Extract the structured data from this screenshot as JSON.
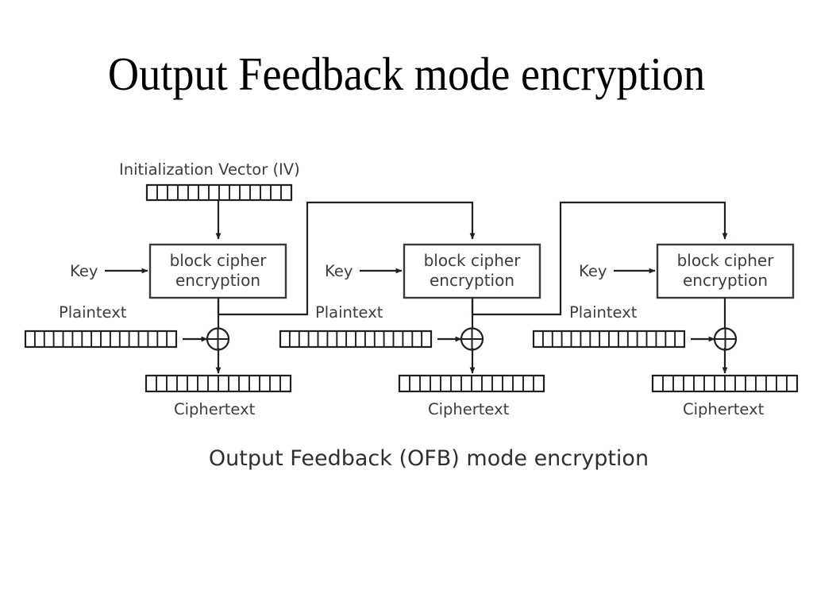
{
  "slide": {
    "title": "Output Feedback mode encryption",
    "background_color": "#ffffff",
    "text_color": "#000000"
  },
  "diagram": {
    "caption": "Output Feedback (OFB) mode encryption",
    "iv_label": "Initialization Vector (IV)",
    "line_color": "#231f20",
    "label_color": "#3c3c3c",
    "iv_register": {
      "cells": 14
    },
    "xor_symbol": "⊕",
    "stages": [
      {
        "key_label": "Key",
        "cipher_line1": "block cipher",
        "cipher_line2": "encryption",
        "plaintext_label": "Plaintext",
        "plaintext_cells": 16,
        "ciphertext_label": "Ciphertext",
        "ciphertext_cells": 14
      },
      {
        "key_label": "Key",
        "cipher_line1": "block cipher",
        "cipher_line2": "encryption",
        "plaintext_label": "Plaintext",
        "plaintext_cells": 16,
        "ciphertext_label": "Ciphertext",
        "ciphertext_cells": 14
      },
      {
        "key_label": "Key",
        "cipher_line1": "block cipher",
        "cipher_line2": "encryption",
        "plaintext_label": "Plaintext",
        "plaintext_cells": 16,
        "ciphertext_label": "Ciphertext",
        "ciphertext_cells": 14
      }
    ]
  }
}
